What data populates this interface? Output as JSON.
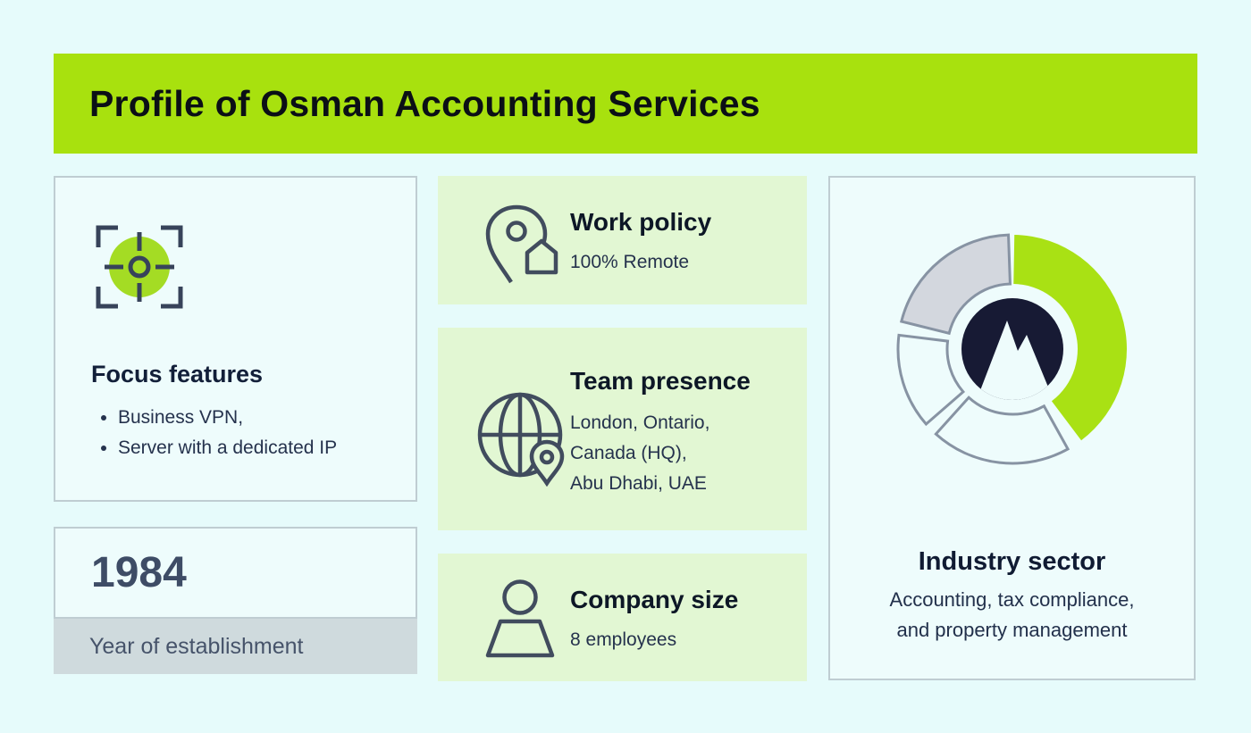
{
  "header": {
    "title": "Profile of Osman Accounting Services",
    "bg_color": "#a8e10e"
  },
  "focus_card": {
    "icon": "focus-target-icon",
    "title": "Focus features",
    "items": [
      "Business VPN,",
      "Server with a dedicated IP"
    ]
  },
  "year_card": {
    "value": "1984",
    "label": "Year of establishment"
  },
  "info_cards": [
    {
      "icon": "location-pin-home-icon",
      "title": "Work policy",
      "lines": [
        "100% Remote"
      ]
    },
    {
      "icon": "globe-pin-icon",
      "title": "Team presence",
      "lines": [
        "London, Ontario,",
        "Canada (HQ),",
        "Abu Dhabi, UAE"
      ]
    },
    {
      "icon": "person-icon",
      "title": "Company size",
      "lines": [
        "8 employees"
      ]
    }
  ],
  "industry_card": {
    "title": "Industry sector",
    "lines": [
      "Accounting, tax compliance,",
      "and property management"
    ],
    "donut": {
      "center_logo": "mountain-logo",
      "outer_radius": 128,
      "inner_radius": 73,
      "segments": [
        {
          "name": "segment-green",
          "start": 1,
          "end": 143,
          "fill": "#a9e114",
          "stroke": "none"
        },
        {
          "name": "segment-bottom",
          "start": 151,
          "end": 222,
          "fill": "#eefcfc",
          "stroke": "#8793a3"
        },
        {
          "name": "segment-left",
          "start": 229,
          "end": 277,
          "fill": "#eefcfc",
          "stroke": "#8793a3"
        },
        {
          "name": "segment-gray",
          "start": 284,
          "end": 358,
          "fill": "#d3d7de",
          "stroke": "#8793a3"
        }
      ]
    }
  },
  "colors": {
    "page_bg": "#e6fbfb",
    "accent_lime": "#a8e10e",
    "pale_green_card": "#e2f7d3",
    "pale_card": "#eefcfc",
    "card_border": "#bfcdd2",
    "gray_bar": "#cfdadd",
    "logo_navy": "#171a34",
    "icon_slate": "#414c5e"
  }
}
